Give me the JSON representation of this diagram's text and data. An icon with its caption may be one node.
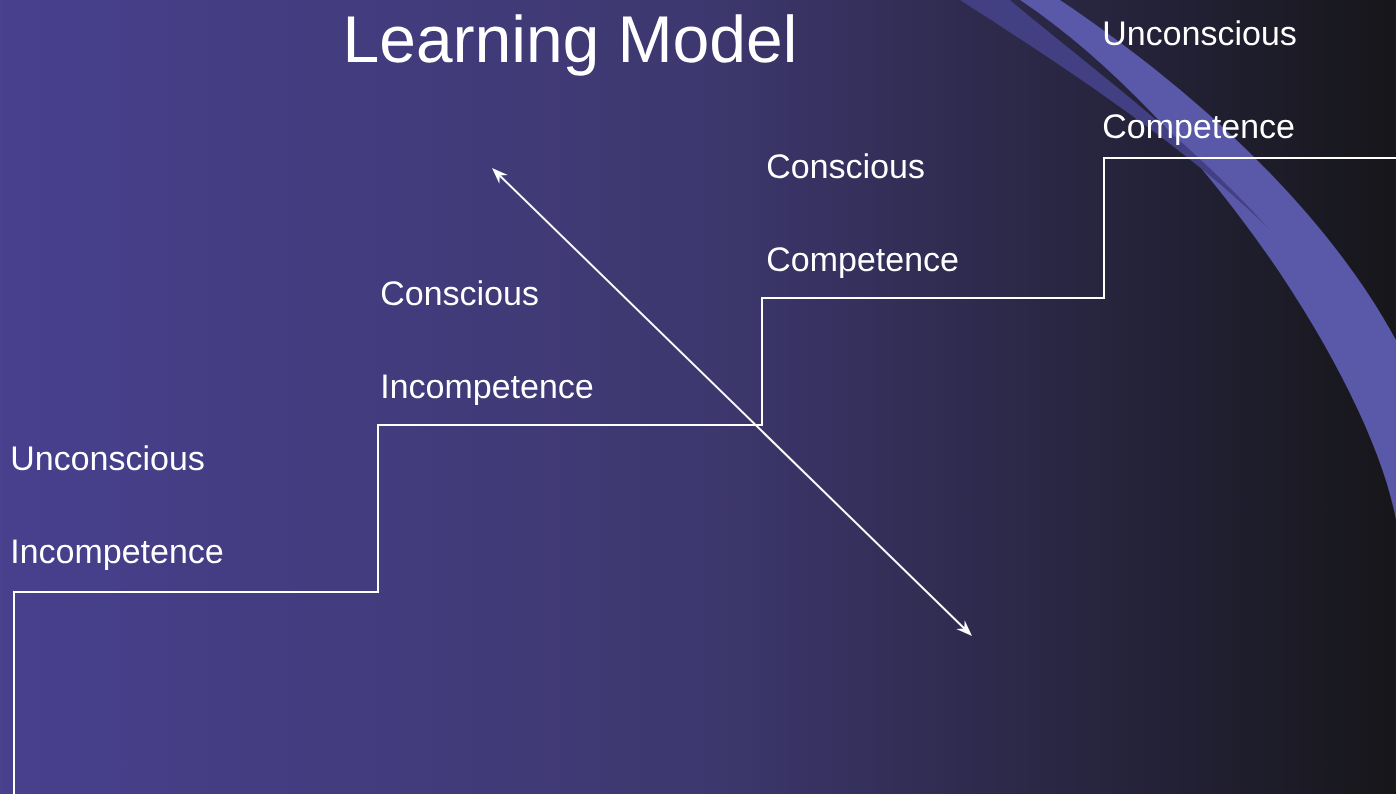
{
  "diagram": {
    "title": "Learning Model",
    "labels": [
      "Unconscious Competence",
      "Conscious Competence",
      "Conscious Incompetence",
      "Unconscious Incompetence"
    ]
  }
}
